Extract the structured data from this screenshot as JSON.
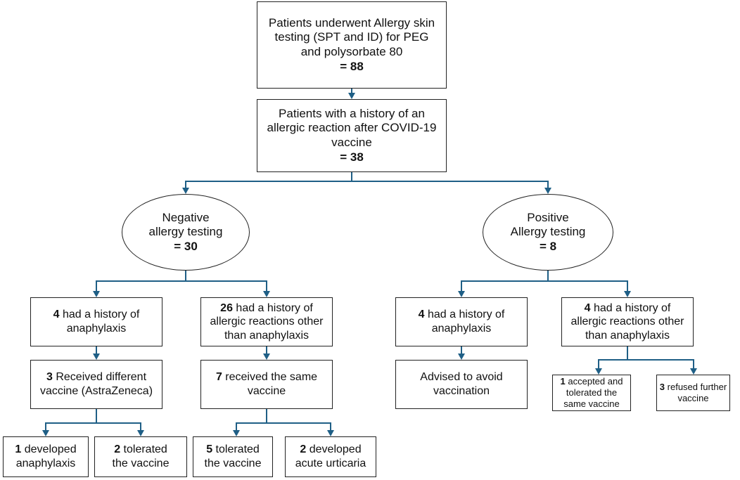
{
  "colors": {
    "connector": "#1f5f86",
    "border": "#222222"
  },
  "nodes": {
    "root": {
      "line1": "Patients underwent Allergy skin",
      "line2": "testing (SPT and ID) for PEG",
      "line3": "and polysorbate 80",
      "count": "= 88"
    },
    "history": {
      "line1": "Patients with a history of an",
      "line2": "allergic reaction after COVID-19",
      "line3": "vaccine",
      "count": "= 38"
    },
    "negative": {
      "line1": "Negative",
      "line2": "allergy testing",
      "count": "= 30"
    },
    "positive": {
      "line1": "Positive",
      "line2": "Allergy testing",
      "count": "= 8"
    },
    "neg_anaph": {
      "num": "4",
      "text1": " had a history of",
      "text2": "anaphylaxis"
    },
    "neg_other": {
      "num": "26",
      "text1": " had a history of",
      "text2": "allergic reactions other",
      "text3": "than anaphylaxis"
    },
    "neg_diff": {
      "num": "3",
      "text1": " Received different",
      "text2": "vaccine (AstraZeneca)"
    },
    "neg_same": {
      "num": "7",
      "text1": " received the same",
      "text2": "vaccine"
    },
    "dev_anaph": {
      "num": "1",
      "text1": " developed",
      "text2": "anaphylaxis"
    },
    "tol_vacc_a": {
      "num": "2",
      "text1": " tolerated",
      "text2": "the vaccine"
    },
    "tol_vacc_b": {
      "num": "5",
      "text1": " tolerated",
      "text2": "the vaccine"
    },
    "dev_urt": {
      "num": "2",
      "text1": " developed",
      "text2": "acute urticaria"
    },
    "pos_anaph": {
      "num": "4",
      "text1": " had a history of",
      "text2": "anaphylaxis"
    },
    "pos_other": {
      "num": "4",
      "text1": " had a history of",
      "text2": "allergic reactions other",
      "text3": "than anaphylaxis"
    },
    "avoid": {
      "text1": "Advised to avoid",
      "text2": "vaccination"
    },
    "accepted": {
      "num": "1",
      "text1": " accepted and",
      "text2": "tolerated the",
      "text3": "same vaccine"
    },
    "refused": {
      "num": "3",
      "text1": " refused further",
      "text2": "vaccine"
    }
  }
}
